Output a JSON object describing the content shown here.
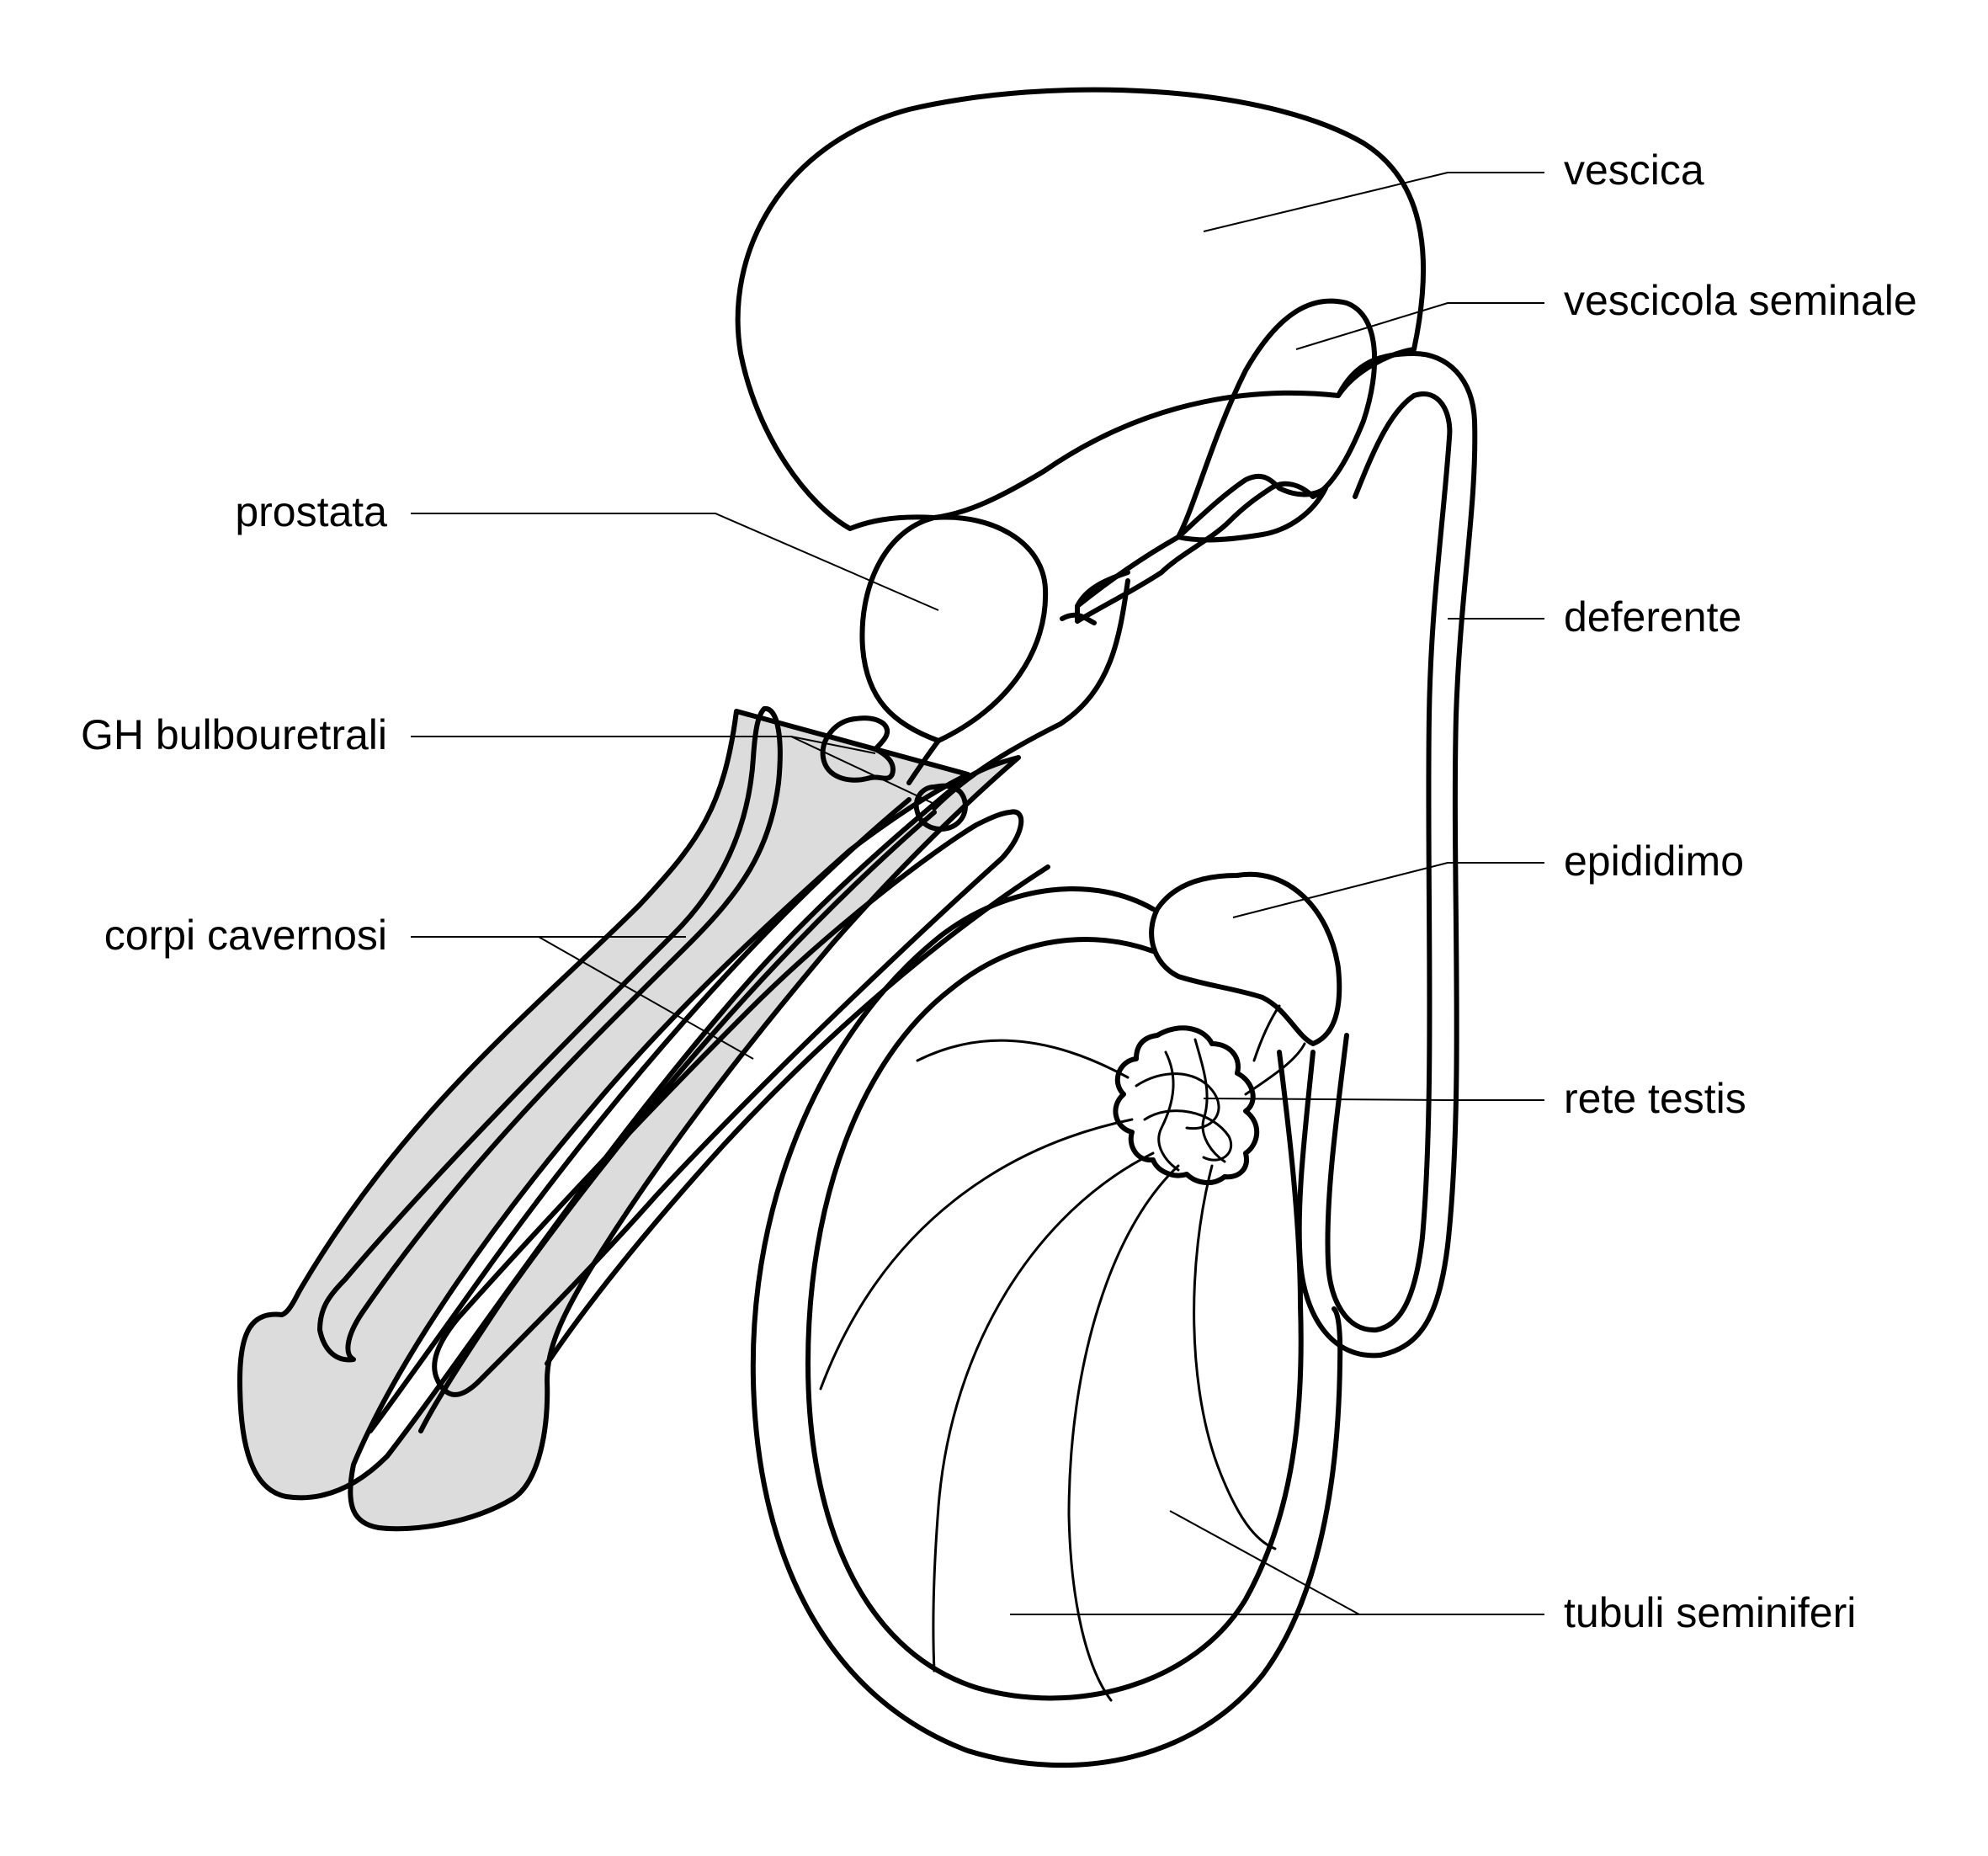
{
  "colors": {
    "line": "#000000",
    "tissue_fill": "#dcdcdc",
    "background": "#ffffff"
  },
  "labels": {
    "vescica": "vescica",
    "vescicola_seminale": "vescicola seminale",
    "prostata": "prostata",
    "deferente": "deferente",
    "gh_bulbouretrali": "GH bulbouretrali",
    "epididimo": "epididimo",
    "corpi_cavernosi": "corpi cavernosi",
    "rete_testis": "rete testis",
    "tubuli_seminiferi": "tubuli seminiferi"
  }
}
